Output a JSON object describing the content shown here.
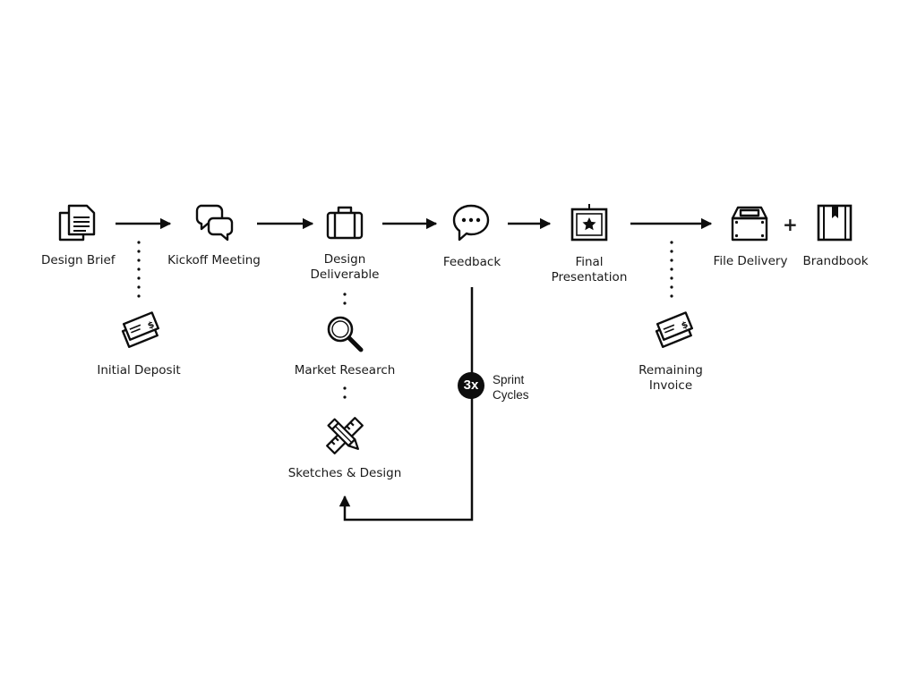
{
  "nodes": {
    "design_brief": "Design Brief",
    "kickoff_meeting": "Kickoff Meeting",
    "design_deliverable": [
      "Design",
      "Deliverable"
    ],
    "feedback": "Feedback",
    "final_presentation": [
      "Final",
      "Presentation"
    ],
    "file_delivery": "File Delivery",
    "brandbook": "Brandbook",
    "initial_deposit": "Initial Deposit",
    "market_research": "Market Research",
    "sketches_design": "Sketches & Design",
    "remaining_invoice": [
      "Remaining",
      "Invoice"
    ]
  },
  "loop": {
    "count": "3x",
    "caption": [
      "Sprint",
      "Cycles"
    ]
  },
  "plus_sign": "+",
  "icons": {
    "design_brief": "documents-icon",
    "kickoff_meeting": "speech-bubbles-icon",
    "design_deliverable": "briefcase-icon",
    "feedback": "comment-bubble-icon",
    "final_presentation": "framed-star-icon",
    "file_delivery": "box-icon",
    "brandbook": "book-icon",
    "initial_deposit": "money-icon",
    "market_research": "magnifier-icon",
    "sketches_design": "pencil-ruler-icon",
    "remaining_invoice": "money-icon"
  },
  "colors": {
    "ink": "#1a1a1a",
    "badge": "#0d0d0d",
    "background": "#ffffff"
  }
}
